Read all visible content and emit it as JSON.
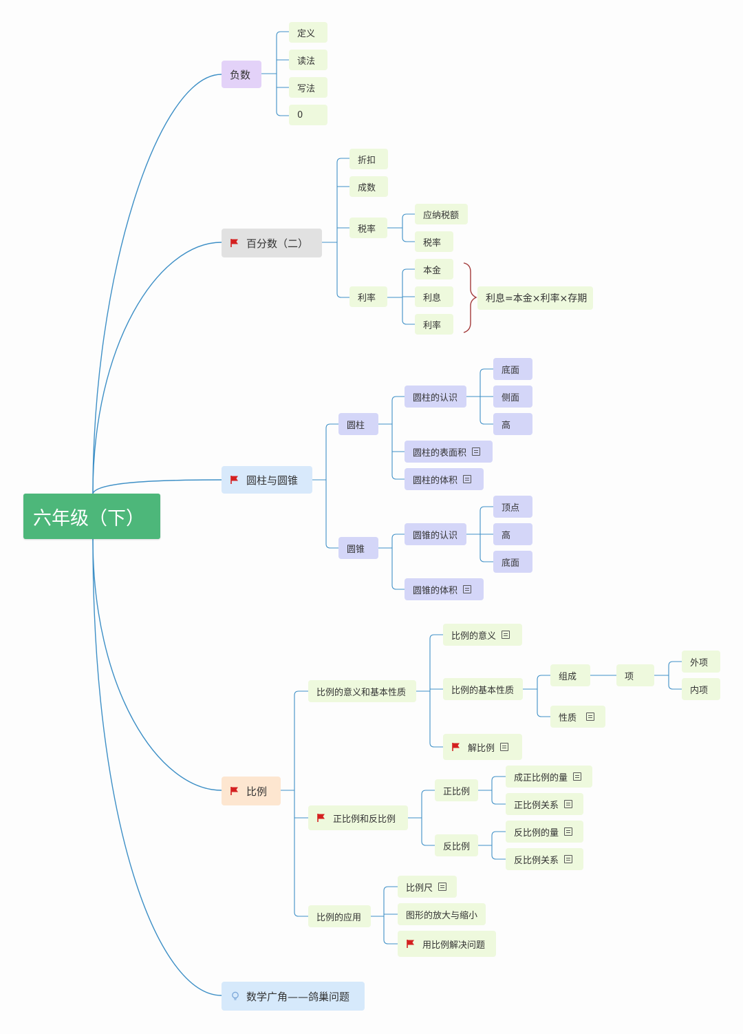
{
  "root": "六年级（下）",
  "colors": {
    "root_bg": "#4db77a",
    "line": "#3d8fc6",
    "flag": "#d42020",
    "brace": "#a33a3a"
  },
  "icons": {
    "flag": "flag-icon",
    "note": "note-icon",
    "bulb": "lightbulb-icon"
  },
  "branches": {
    "negative": {
      "label": "负数",
      "children": [
        "定义",
        "读法",
        "写法",
        "0"
      ]
    },
    "percent": {
      "label": "百分数（二）",
      "discount": "折扣",
      "chengshu": "成数",
      "tax": {
        "label": "税率",
        "children": [
          "应纳税额",
          "税率"
        ]
      },
      "interest": {
        "label": "利率",
        "children": [
          "本金",
          "利息",
          "利率"
        ],
        "formula": "利息=本金×利率×存期"
      }
    },
    "cylinder_cone": {
      "label": "圆柱与圆锥",
      "cylinder": {
        "label": "圆柱",
        "recognition": "圆柱的认识",
        "recognition_children": [
          "底面",
          "侧面",
          "高"
        ],
        "surface": "圆柱的表面积",
        "volume": "圆柱的体积"
      },
      "cone": {
        "label": "圆锥",
        "recognition": "圆锥的认识",
        "recognition_children": [
          "顶点",
          "高",
          "底面"
        ],
        "volume": "圆锥的体积"
      }
    },
    "ratio": {
      "label": "比例",
      "meaning_group": {
        "label": "比例的意义和基本性质",
        "meaning": "比例的意义",
        "basic": {
          "label": "比例的基本性质",
          "composition": "组成",
          "term": "项",
          "term_children": [
            "外项",
            "内项"
          ],
          "property": "性质"
        },
        "solve": "解比例"
      },
      "direct_inverse": {
        "label": "正比例和反比例",
        "direct": {
          "label": "正比例",
          "children": [
            "成正比例的量",
            "正比例关系"
          ]
        },
        "inverse": {
          "label": "反比例",
          "children": [
            "反比例的量",
            "反比例关系"
          ]
        }
      },
      "application": {
        "label": "比例的应用",
        "children": [
          "比例尺",
          "图形的放大与缩小",
          "用比例解决问题"
        ]
      }
    },
    "pigeonhole": {
      "label": "数学广角——鸽巢问题"
    }
  }
}
